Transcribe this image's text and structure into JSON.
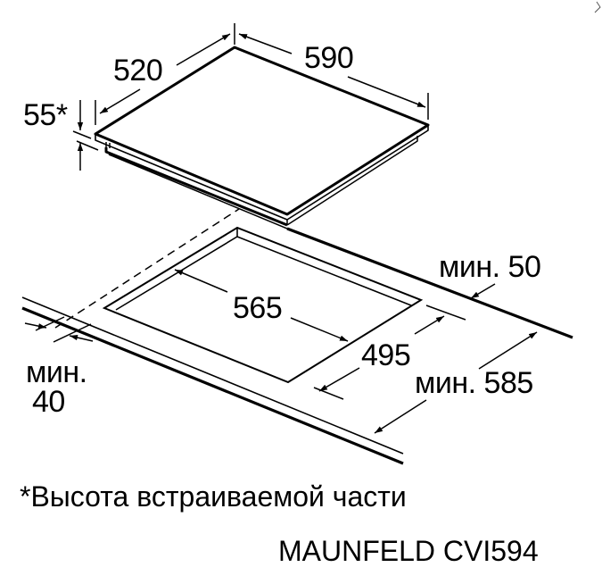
{
  "diagram": {
    "type": "installation-dimensions",
    "subject": "built-in induction hob cutout",
    "hob_dimensions": {
      "width": "590",
      "depth": "520",
      "height": "55*"
    },
    "cutout_dimensions": {
      "width": "565",
      "depth": "495"
    },
    "clearances": {
      "rear_min_label": "мин. 50",
      "front_min_label_line1": "мин.",
      "front_min_label_line2": "40",
      "countertop_depth_min_label": "мин. 585"
    }
  },
  "labels": {
    "dim_520": "520",
    "dim_590": "590",
    "dim_55": "55*",
    "dim_565": "565",
    "dim_495": "495",
    "min_50": "мин. 50",
    "min_40_line1": "мин.",
    "min_40_line2": "40",
    "min_585": "мин. 585"
  },
  "footnote": "*Высота встраиваемой части",
  "model": "MAUNFELD CVI594",
  "colors": {
    "line": "#000000",
    "background": "#ffffff"
  }
}
